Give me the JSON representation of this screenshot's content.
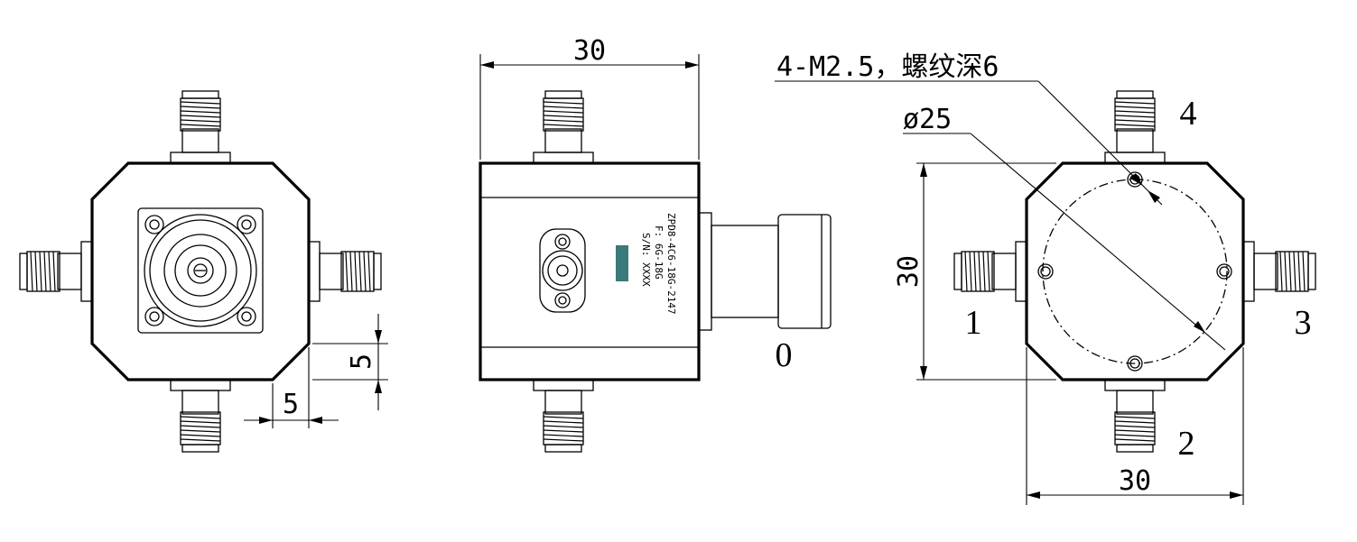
{
  "front_view": {
    "dim_port_offset_h": "5",
    "dim_port_offset_v": "5"
  },
  "side_view": {
    "dim_width": "30",
    "label_lines": [
      "ZPD8-4C6-18G-2147",
      "F: 6G-18G",
      "S/N: XXXX"
    ],
    "port_label": "0"
  },
  "rear_view": {
    "hole_note": "4-M2.5，螺纹深6",
    "diameter_note": "ø25",
    "dim_height": "30",
    "dim_width": "30",
    "port_labels": {
      "p1": "1",
      "p2": "2",
      "p3": "3",
      "p4": "4"
    }
  }
}
